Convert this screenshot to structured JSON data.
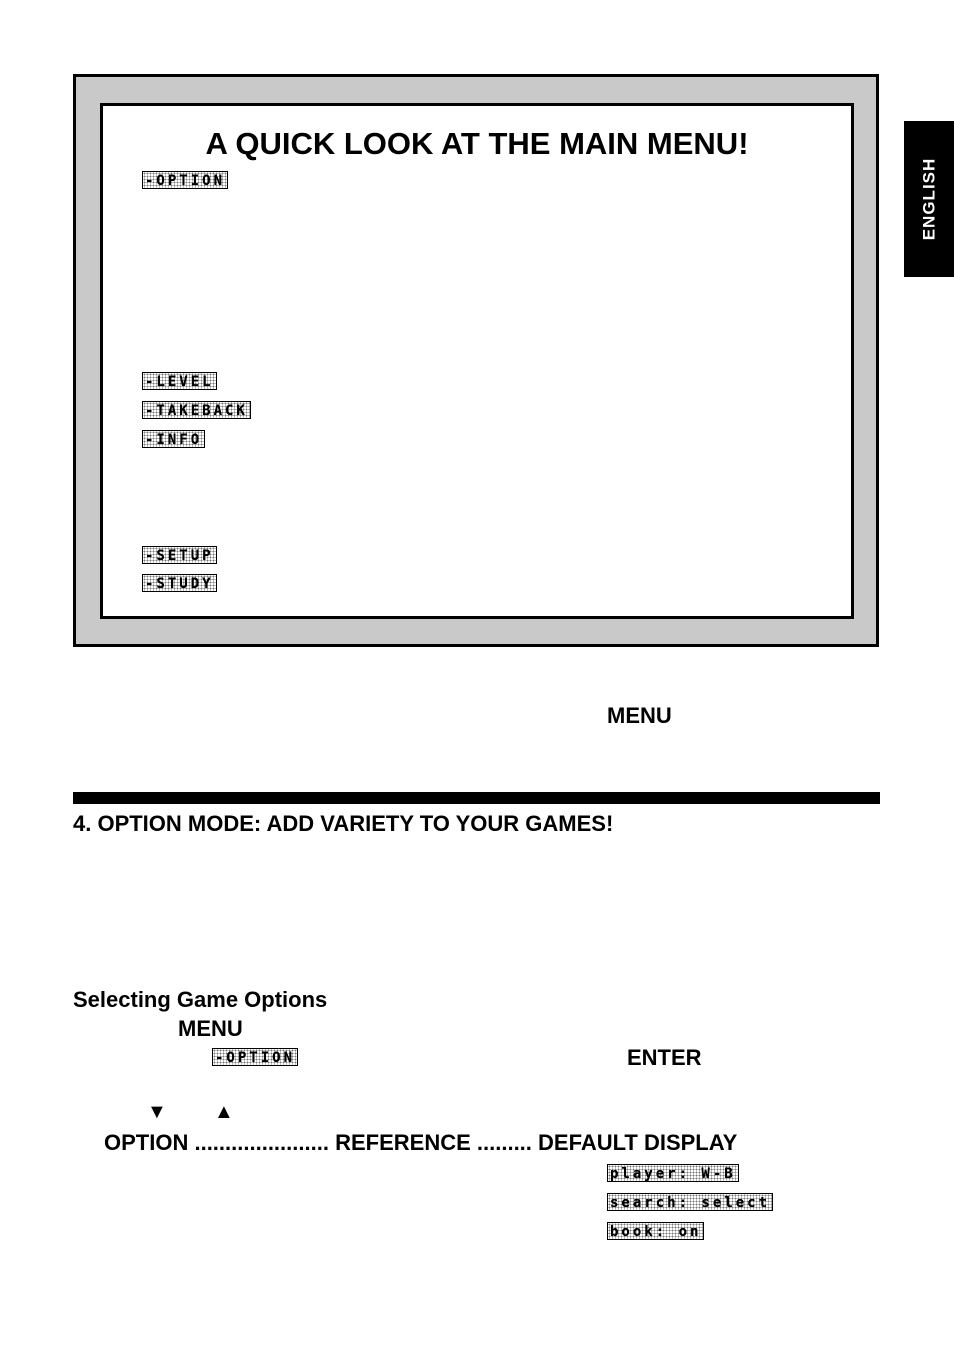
{
  "side_tab": {
    "label": "ENGLISH"
  },
  "main_menu_screen": {
    "title": "A QUICK LOOK AT THE MAIN MENU!",
    "items": {
      "option": "-OPTION",
      "level": "-LEVEL",
      "takeback": "-TAKEBACK",
      "info": "-INFO",
      "setup": "-SETUP",
      "study": "-STUDY"
    }
  },
  "menu_key_label": "MENU",
  "section": {
    "heading": "4. OPTION MODE: ADD VARIETY TO YOUR GAMES!",
    "subheading": "Selecting Game Options",
    "menu_key": "MENU",
    "option_display": "-OPTION",
    "enter_key": "ENTER",
    "arrow_down": "▼",
    "arrow_up": "▲"
  },
  "options_table": {
    "col_option": "OPTION",
    "dots_1": "......................",
    "col_reference": "REFERENCE",
    "dots_2": ".........",
    "col_default": "DEFAULT DISPLAY",
    "defaults": [
      "player: W-B",
      "search: select",
      "book: on"
    ]
  }
}
